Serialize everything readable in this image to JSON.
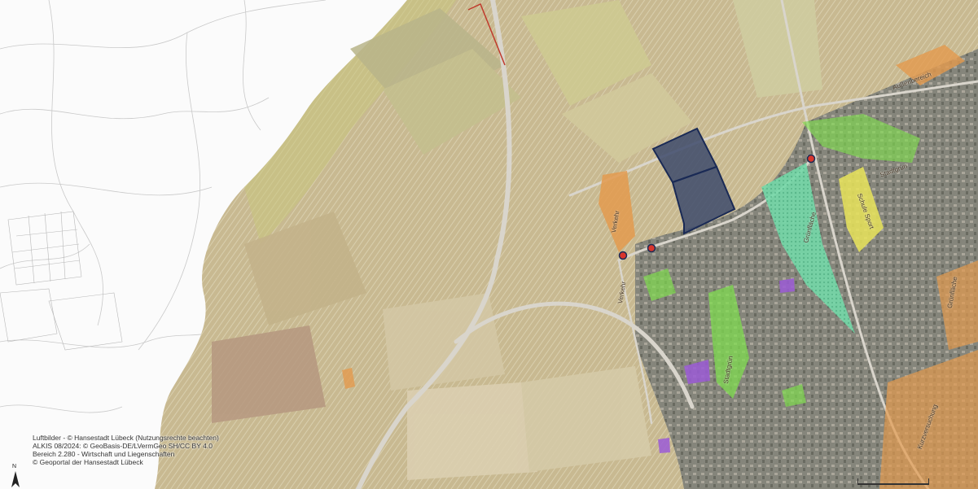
{
  "map": {
    "attribution": [
      "Luftbilder - © Hansestadt Lübeck  (Nutzungsrechte beachten)",
      "ALKIS 08/2024: © GeoBasis-DE/LVermGeo SH/CC BY 4.0",
      "Bereich 2.280 - Wirtschaft und Liegenschaften",
      "© Geoportal der Hansestadt Lübeck"
    ],
    "north_label": "N",
    "street_labels": [
      "Verkehr",
      "Verkehr",
      "Grünfläche",
      "Stadtgrün",
      "Schule Sport",
      "Grünfläche",
      "Stadtgrün",
      "Kurzversuchung",
      "Außenbereich"
    ],
    "scale_label": "",
    "colors": {
      "parcel_fill": "#3d4a6b",
      "parcel_stroke": "#1a2a55",
      "marker_fill": "#d9362c",
      "marker_stroke": "#1b2b55",
      "urban": "#8c8e86",
      "green_zone": "#7fdc4f",
      "teal_zone": "#56c7a1",
      "orange_zone": "#e39a4e",
      "yellow_zone": "#e9e45a",
      "purple_zone": "#9b5ad6"
    }
  }
}
